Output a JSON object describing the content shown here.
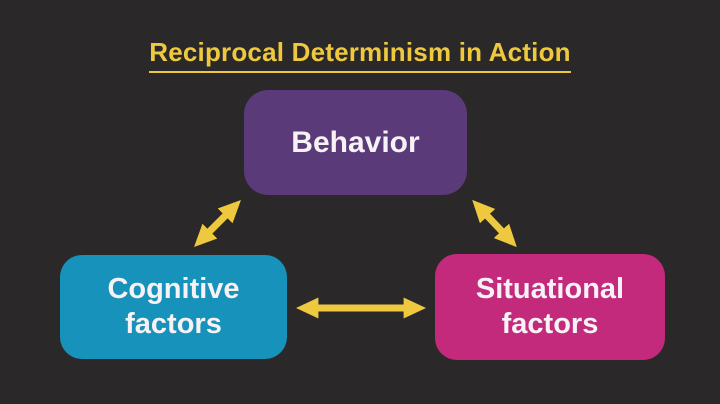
{
  "slide": {
    "title": "Reciprocal Determinism in Action"
  },
  "colors": {
    "background": "#2a2828",
    "accent_yellow": "#eec93f",
    "box_text": "#f6f2f6",
    "behavior_box": "#5a3a78",
    "cognitive_box": "#1792ba",
    "situational_box": "#c42a7c"
  },
  "nodes": [
    {
      "id": "behavior",
      "label": "Behavior",
      "color": "#5a3a78"
    },
    {
      "id": "cognitive",
      "label": "Cognitive factors",
      "color": "#1792ba"
    },
    {
      "id": "situational",
      "label": "Situational factors",
      "color": "#c42a7c"
    }
  ],
  "connections": [
    {
      "from": "behavior",
      "to": "cognitive",
      "type": "bidirectional"
    },
    {
      "from": "behavior",
      "to": "situational",
      "type": "bidirectional"
    },
    {
      "from": "cognitive",
      "to": "situational",
      "type": "bidirectional"
    }
  ]
}
